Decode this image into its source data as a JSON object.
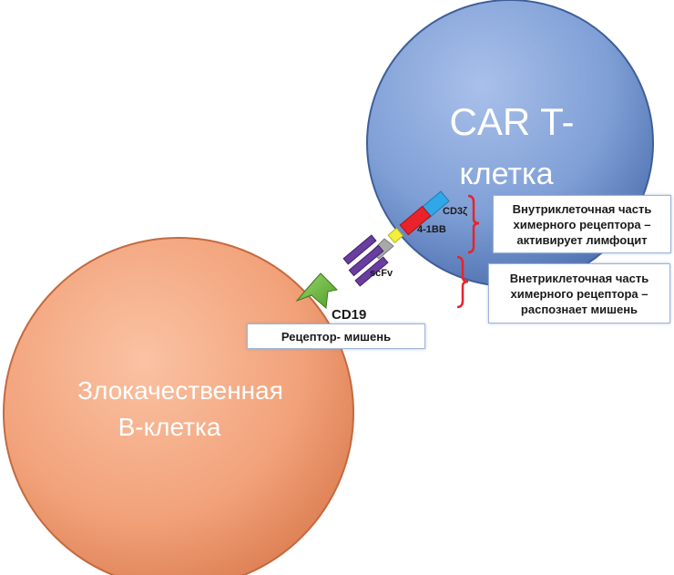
{
  "car_t_cell": {
    "title_line1": "CAR T-",
    "title_line2": "клетка",
    "color": "#7f9fd6"
  },
  "b_cell": {
    "title_line1": "Злокачественная",
    "title_line2": "В-клетка",
    "color": "#f2a27a"
  },
  "receptor_labels": {
    "cd3z": "CD3ζ",
    "bb": "4-1BB",
    "scfv": "scFv",
    "cd19": "CD19"
  },
  "callouts": {
    "intracellular": "Внутриклеточная часть\nхимерного рецептора –\nактивирует лимфоцит",
    "extracellular": "Внетриклеточная часть\nхимерного рецептора –\nраспознает мишень",
    "target": "Рецептор- мишень"
  },
  "colors": {
    "cd3z": "#2fa8e8",
    "bb": "#e8232a",
    "hinge": "#f3ef3a",
    "tm": "#a9a9a9",
    "scfv": "#6a3ea0",
    "cd19": "#6fbf3c",
    "bracket": "#e8232a"
  }
}
